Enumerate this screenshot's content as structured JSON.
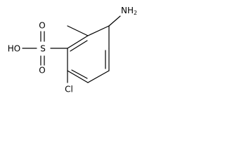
{
  "molecule": {
    "atoms": {
      "amine": {
        "main": "NH",
        "subscript": "2"
      },
      "sulfonyl_oxygen_top": "O",
      "sulfonyl_oxygen_bottom": "O",
      "sulfur": "S",
      "hydroxyl": "HO",
      "chlorine": "Cl"
    }
  },
  "colors": {
    "bond": "#000000",
    "text": "#000000",
    "background": "#ffffff"
  }
}
